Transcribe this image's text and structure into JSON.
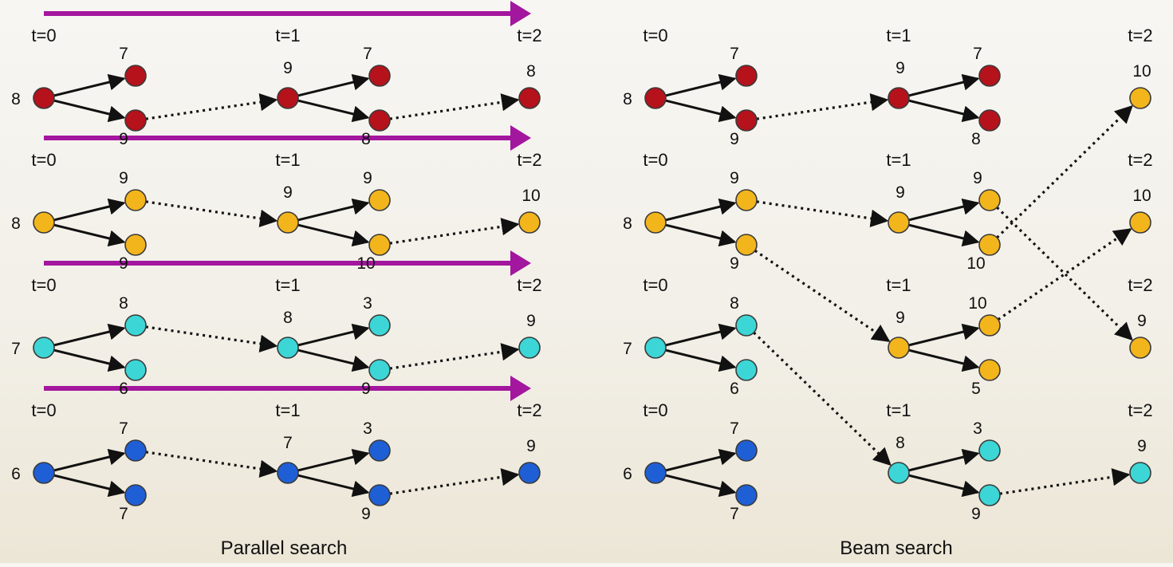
{
  "parallel": {
    "caption": "Parallel search",
    "rows": [
      {
        "color": "#b5121b",
        "labels": {
          "t0": "t=0",
          "t1": "t=1",
          "t2": "t=2"
        },
        "values": {
          "root": "8",
          "top": "7",
          "bottom": "9",
          "mid": "9",
          "mid_top": "7",
          "mid_bottom": "8",
          "final": "8"
        }
      },
      {
        "color": "#f3b51c",
        "labels": {
          "t0": "t=0",
          "t1": "t=1",
          "t2": "t=2"
        },
        "values": {
          "root": "8",
          "top": "9",
          "bottom": "9",
          "mid": "9",
          "mid_top": "9",
          "mid_bottom": "10",
          "final": "10"
        }
      },
      {
        "color": "#3dd6d6",
        "labels": {
          "t0": "t=0",
          "t1": "t=1",
          "t2": "t=2"
        },
        "values": {
          "root": "7",
          "top": "8",
          "bottom": "6",
          "mid": "8",
          "mid_top": "3",
          "mid_bottom": "9",
          "final": "9"
        }
      },
      {
        "color": "#1f5fd6",
        "labels": {
          "t0": "t=0",
          "t1": "t=1",
          "t2": "t=2"
        },
        "values": {
          "root": "6",
          "top": "7",
          "bottom": "7",
          "mid": "7",
          "mid_top": "3",
          "mid_bottom": "9",
          "final": "9"
        }
      }
    ],
    "arrow_color": "#a3169e"
  },
  "beam": {
    "caption": "Beam search",
    "t0_labels": [
      "t=0",
      "t=0",
      "t=0",
      "t=0"
    ],
    "t1_labels": [
      "t=1",
      "t=1",
      "t=1",
      "t=1"
    ],
    "t2_labels": [
      "t=2",
      "t=2",
      "t=2",
      "t=2"
    ],
    "roots": [
      {
        "color": "#b5121b",
        "root": "8",
        "top": "7",
        "bottom": "9"
      },
      {
        "color": "#f3b51c",
        "root": "8",
        "top": "9",
        "bottom": "9"
      },
      {
        "color": "#3dd6d6",
        "root": "7",
        "top": "8",
        "bottom": "6"
      },
      {
        "color": "#1f5fd6",
        "root": "6",
        "top": "7",
        "bottom": "7"
      }
    ],
    "mids": [
      {
        "color": "#b5121b",
        "root": "9",
        "top": "7",
        "bottom": "8"
      },
      {
        "color": "#f3b51c",
        "root": "9",
        "top": "9",
        "bottom": "10"
      },
      {
        "color": "#f3b51c",
        "root": "9",
        "top": "10",
        "bottom": "5"
      },
      {
        "color": "#3dd6d6",
        "root": "8",
        "top": "3",
        "bottom": "9"
      }
    ],
    "finals": [
      {
        "color": "#f3b51c",
        "value": "10"
      },
      {
        "color": "#f3b51c",
        "value": "10"
      },
      {
        "color": "#f3b51c",
        "value": "9"
      },
      {
        "color": "#3dd6d6",
        "value": "9"
      }
    ]
  }
}
